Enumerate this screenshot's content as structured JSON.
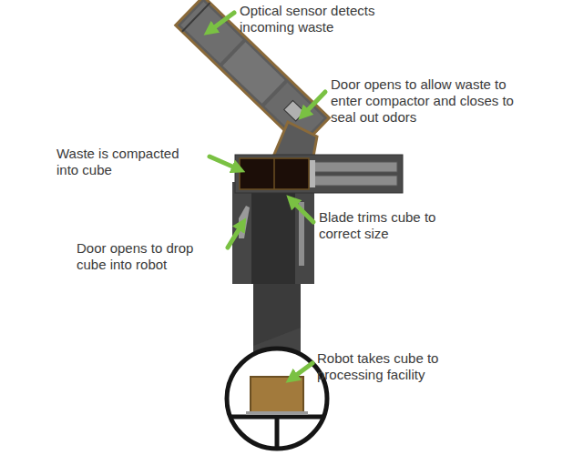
{
  "diagram": {
    "labels": [
      "Optical sensor detects incoming waste",
      "Door opens to allow waste to enter compactor and closes to seal out odors",
      "Waste is compacted into cube",
      "Blade trims cube to correct size",
      "Door opens to drop cube into robot",
      "Robot takes cube to processing facility"
    ]
  }
}
